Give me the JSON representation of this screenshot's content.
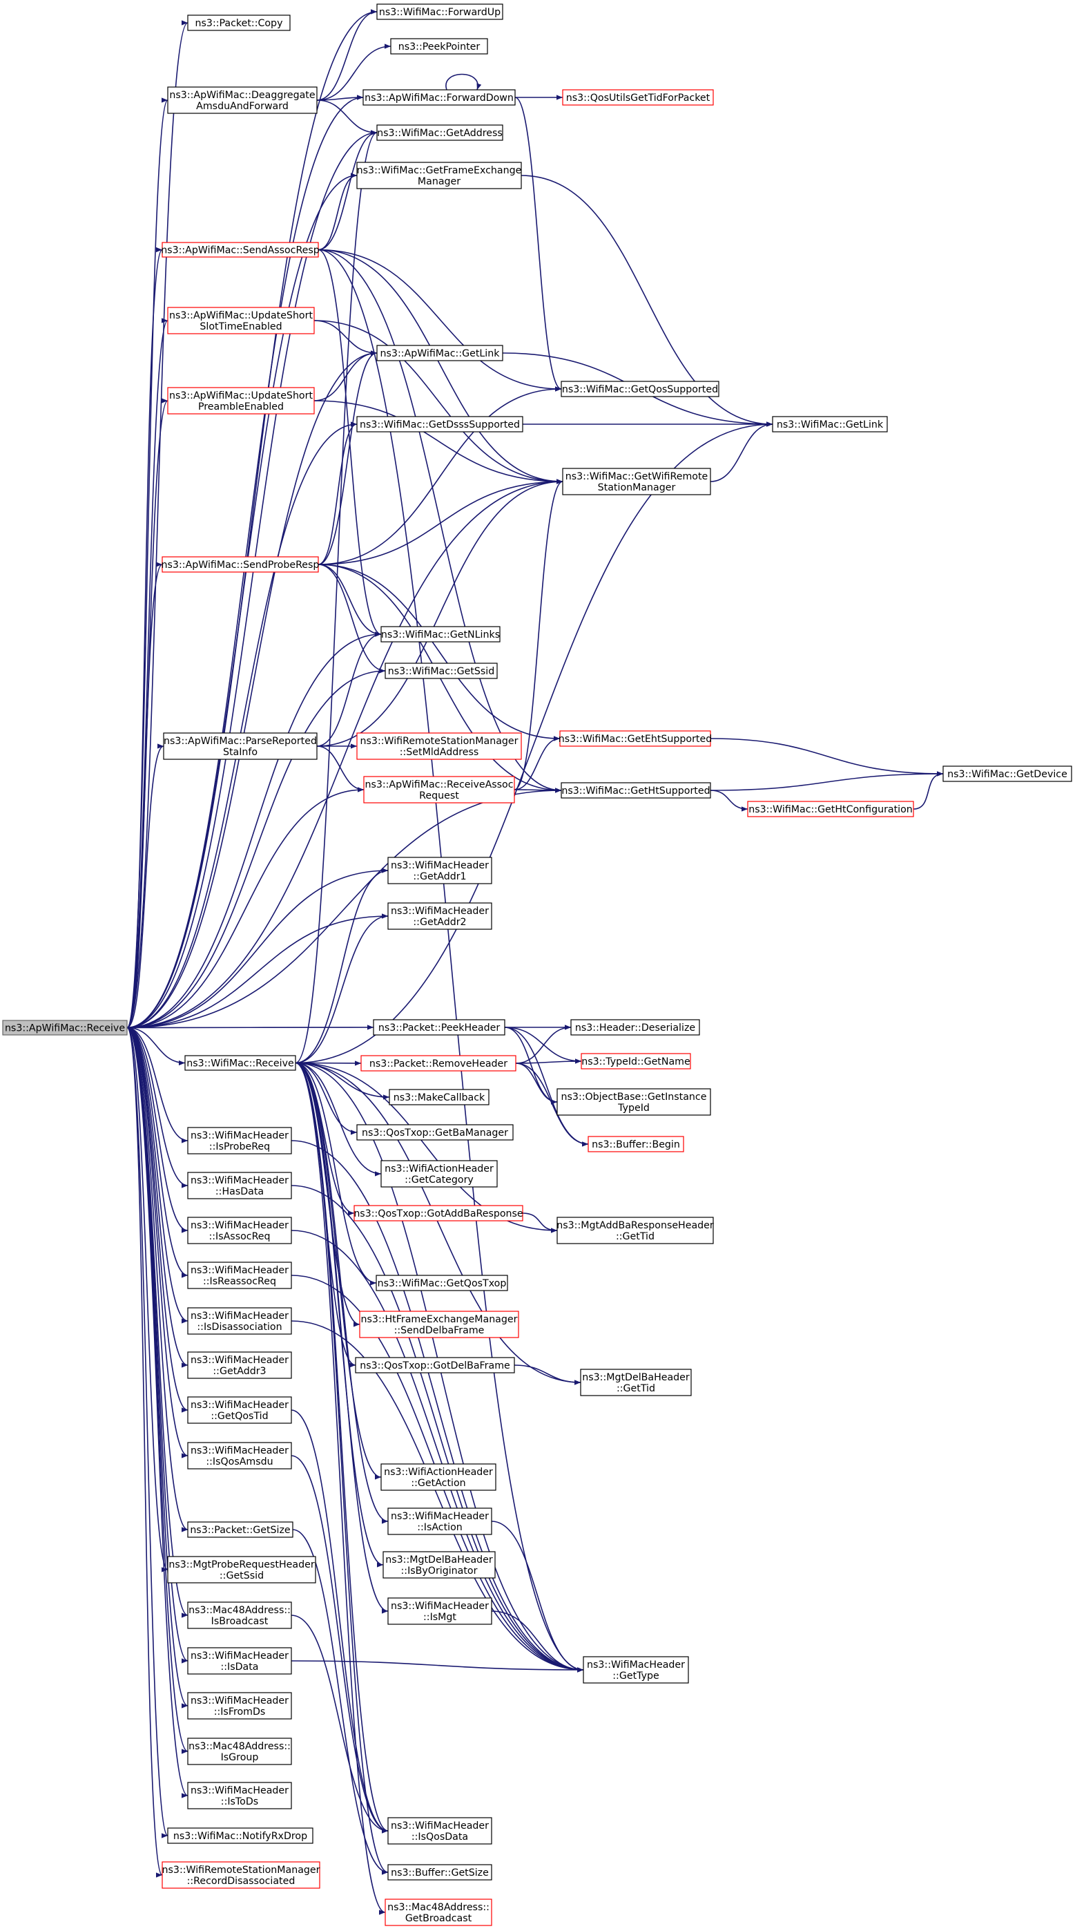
{
  "graph": {
    "root": "receive-root",
    "nodes": [
      {
        "id": "receive-root",
        "lines": [
          "ns3::ApWifiMac::Receive"
        ],
        "kind": "root"
      },
      {
        "id": "packet-copy",
        "lines": [
          "ns3::Packet::Copy"
        ],
        "kind": "normal"
      },
      {
        "id": "forward-up",
        "lines": [
          "ns3::WifiMac::ForwardUp"
        ],
        "kind": "normal"
      },
      {
        "id": "peek-pointer",
        "lines": [
          "ns3::PeekPointer"
        ],
        "kind": "normal"
      },
      {
        "id": "deaggregate",
        "lines": [
          "ns3::ApWifiMac::Deaggregate",
          "AmsduAndForward"
        ],
        "kind": "normal"
      },
      {
        "id": "forward-down",
        "lines": [
          "ns3::ApWifiMac::ForwardDown"
        ],
        "kind": "normal"
      },
      {
        "id": "qos-utils-tid",
        "lines": [
          "ns3::QosUtilsGetTidForPacket"
        ],
        "kind": "red"
      },
      {
        "id": "get-address",
        "lines": [
          "ns3::WifiMac::GetAddress"
        ],
        "kind": "normal"
      },
      {
        "id": "get-fem",
        "lines": [
          "ns3::WifiMac::GetFrameExchange",
          "Manager"
        ],
        "kind": "normal"
      },
      {
        "id": "send-assoc-resp",
        "lines": [
          "ns3::ApWifiMac::SendAssocResp"
        ],
        "kind": "red"
      },
      {
        "id": "update-short-slot",
        "lines": [
          "ns3::ApWifiMac::UpdateShort",
          "SlotTimeEnabled"
        ],
        "kind": "red"
      },
      {
        "id": "ap-get-link",
        "lines": [
          "ns3::ApWifiMac::GetLink"
        ],
        "kind": "normal"
      },
      {
        "id": "update-short-preamble",
        "lines": [
          "ns3::ApWifiMac::UpdateShort",
          "PreambleEnabled"
        ],
        "kind": "red"
      },
      {
        "id": "get-qos-supported",
        "lines": [
          "ns3::WifiMac::GetQosSupported"
        ],
        "kind": "normal"
      },
      {
        "id": "wifi-get-link",
        "lines": [
          "ns3::WifiMac::GetLink"
        ],
        "kind": "normal"
      },
      {
        "id": "get-dsss-supported",
        "lines": [
          "ns3::WifiMac::GetDsssSupported"
        ],
        "kind": "normal"
      },
      {
        "id": "get-wrsm",
        "lines": [
          "ns3::WifiMac::GetWifiRemote",
          "StationManager"
        ],
        "kind": "normal"
      },
      {
        "id": "send-probe-resp",
        "lines": [
          "ns3::ApWifiMac::SendProbeResp"
        ],
        "kind": "red"
      },
      {
        "id": "get-nlinks",
        "lines": [
          "ns3::WifiMac::GetNLinks"
        ],
        "kind": "normal"
      },
      {
        "id": "get-ssid",
        "lines": [
          "ns3::WifiMac::GetSsid"
        ],
        "kind": "normal"
      },
      {
        "id": "parse-sta-info",
        "lines": [
          "ns3::ApWifiMac::ParseReported",
          "StaInfo"
        ],
        "kind": "normal"
      },
      {
        "id": "set-mld-address",
        "lines": [
          "ns3::WifiRemoteStationManager",
          "::SetMldAddress"
        ],
        "kind": "red"
      },
      {
        "id": "get-eht-supported",
        "lines": [
          "ns3::WifiMac::GetEhtSupported"
        ],
        "kind": "red"
      },
      {
        "id": "get-device",
        "lines": [
          "ns3::WifiMac::GetDevice"
        ],
        "kind": "normal"
      },
      {
        "id": "receive-assoc-req",
        "lines": [
          "ns3::ApWifiMac::ReceiveAssoc",
          "Request"
        ],
        "kind": "red"
      },
      {
        "id": "get-ht-supported",
        "lines": [
          "ns3::WifiMac::GetHtSupported"
        ],
        "kind": "normal"
      },
      {
        "id": "get-ht-config",
        "lines": [
          "ns3::WifiMac::GetHtConfiguration"
        ],
        "kind": "red"
      },
      {
        "id": "get-addr1",
        "lines": [
          "ns3::WifiMacHeader",
          "::GetAddr1"
        ],
        "kind": "normal"
      },
      {
        "id": "get-addr2",
        "lines": [
          "ns3::WifiMacHeader",
          "::GetAddr2"
        ],
        "kind": "normal"
      },
      {
        "id": "peek-header",
        "lines": [
          "ns3::Packet::PeekHeader"
        ],
        "kind": "normal"
      },
      {
        "id": "header-deserialize",
        "lines": [
          "ns3::Header::Deserialize"
        ],
        "kind": "normal"
      },
      {
        "id": "wifimac-receive",
        "lines": [
          "ns3::WifiMac::Receive"
        ],
        "kind": "normal"
      },
      {
        "id": "remove-header",
        "lines": [
          "ns3::Packet::RemoveHeader"
        ],
        "kind": "red"
      },
      {
        "id": "typeid-getname",
        "lines": [
          "ns3::TypeId::GetName"
        ],
        "kind": "red"
      },
      {
        "id": "make-callback",
        "lines": [
          "ns3::MakeCallback"
        ],
        "kind": "normal"
      },
      {
        "id": "get-instance-typeid",
        "lines": [
          "ns3::ObjectBase::GetInstance",
          "TypeId"
        ],
        "kind": "normal"
      },
      {
        "id": "get-ba-manager",
        "lines": [
          "ns3::QosTxop::GetBaManager"
        ],
        "kind": "normal"
      },
      {
        "id": "is-probe-req",
        "lines": [
          "ns3::WifiMacHeader",
          "::IsProbeReq"
        ],
        "kind": "normal"
      },
      {
        "id": "buffer-begin",
        "lines": [
          "ns3::Buffer::Begin"
        ],
        "kind": "red"
      },
      {
        "id": "get-category",
        "lines": [
          "ns3::WifiActionHeader",
          "::GetCategory"
        ],
        "kind": "normal"
      },
      {
        "id": "has-data",
        "lines": [
          "ns3::WifiMacHeader",
          "::HasData"
        ],
        "kind": "normal"
      },
      {
        "id": "got-add-ba-response",
        "lines": [
          "ns3::QosTxop::GotAddBaResponse"
        ],
        "kind": "red"
      },
      {
        "id": "add-ba-resp-tid",
        "lines": [
          "ns3::MgtAddBaResponseHeader",
          "::GetTid"
        ],
        "kind": "normal"
      },
      {
        "id": "is-assoc-req",
        "lines": [
          "ns3::WifiMacHeader",
          "::IsAssocReq"
        ],
        "kind": "normal"
      },
      {
        "id": "is-reassoc-req",
        "lines": [
          "ns3::WifiMacHeader",
          "::IsReassocReq"
        ],
        "kind": "normal"
      },
      {
        "id": "get-qos-txop",
        "lines": [
          "ns3::WifiMac::GetQosTxop"
        ],
        "kind": "normal"
      },
      {
        "id": "send-delba-frame",
        "lines": [
          "ns3::HtFrameExchangeManager",
          "::SendDelbaFrame"
        ],
        "kind": "red"
      },
      {
        "id": "is-disassociation",
        "lines": [
          "ns3::WifiMacHeader",
          "::IsDisassociation"
        ],
        "kind": "normal"
      },
      {
        "id": "got-delba-frame",
        "lines": [
          "ns3::QosTxop::GotDelBaFrame"
        ],
        "kind": "normal"
      },
      {
        "id": "delba-get-tid",
        "lines": [
          "ns3::MgtDelBaHeader",
          "::GetTid"
        ],
        "kind": "normal"
      },
      {
        "id": "get-addr3",
        "lines": [
          "ns3::WifiMacHeader",
          "::GetAddr3"
        ],
        "kind": "normal"
      },
      {
        "id": "get-qos-tid",
        "lines": [
          "ns3::WifiMacHeader",
          "::GetQosTid"
        ],
        "kind": "normal"
      },
      {
        "id": "is-qos-amsdu",
        "lines": [
          "ns3::WifiMacHeader",
          "::IsQosAmsdu"
        ],
        "kind": "normal"
      },
      {
        "id": "get-action",
        "lines": [
          "ns3::WifiActionHeader",
          "::GetAction"
        ],
        "kind": "normal"
      },
      {
        "id": "is-action",
        "lines": [
          "ns3::WifiMacHeader",
          "::IsAction"
        ],
        "kind": "normal"
      },
      {
        "id": "packet-get-size",
        "lines": [
          "ns3::Packet::GetSize"
        ],
        "kind": "normal"
      },
      {
        "id": "is-by-originator",
        "lines": [
          "ns3::MgtDelBaHeader",
          "::IsByOriginator"
        ],
        "kind": "normal"
      },
      {
        "id": "probe-req-get-ssid",
        "lines": [
          "ns3::MgtProbeRequestHeader",
          "::GetSsid"
        ],
        "kind": "normal"
      },
      {
        "id": "is-mgt",
        "lines": [
          "ns3::WifiMacHeader",
          "::IsMgt"
        ],
        "kind": "normal"
      },
      {
        "id": "is-broadcast",
        "lines": [
          "ns3::Mac48Address::",
          "IsBroadcast"
        ],
        "kind": "normal"
      },
      {
        "id": "is-data",
        "lines": [
          "ns3::WifiMacHeader",
          "::IsData"
        ],
        "kind": "normal"
      },
      {
        "id": "get-type",
        "lines": [
          "ns3::WifiMacHeader",
          "::GetType"
        ],
        "kind": "normal"
      },
      {
        "id": "is-from-ds",
        "lines": [
          "ns3::WifiMacHeader",
          "::IsFromDs"
        ],
        "kind": "normal"
      },
      {
        "id": "is-group",
        "lines": [
          "ns3::Mac48Address::",
          "IsGroup"
        ],
        "kind": "normal"
      },
      {
        "id": "is-to-ds",
        "lines": [
          "ns3::WifiMacHeader",
          "::IsToDs"
        ],
        "kind": "normal"
      },
      {
        "id": "is-qos-data",
        "lines": [
          "ns3::WifiMacHeader",
          "::IsQosData"
        ],
        "kind": "normal"
      },
      {
        "id": "notify-rx-drop",
        "lines": [
          "ns3::WifiMac::NotifyRxDrop"
        ],
        "kind": "normal"
      },
      {
        "id": "record-disassociated",
        "lines": [
          "ns3::WifiRemoteStationManager",
          "::RecordDisassociated"
        ],
        "kind": "red"
      },
      {
        "id": "buffer-get-size",
        "lines": [
          "ns3::Buffer::GetSize"
        ],
        "kind": "normal"
      },
      {
        "id": "get-broadcast",
        "lines": [
          "ns3::Mac48Address::",
          "GetBroadcast"
        ],
        "kind": "red"
      }
    ],
    "edges": [
      [
        "receive-root",
        "packet-copy"
      ],
      [
        "receive-root",
        "forward-up"
      ],
      [
        "receive-root",
        "deaggregate"
      ],
      [
        "receive-root",
        "forward-down"
      ],
      [
        "receive-root",
        "get-address"
      ],
      [
        "receive-root",
        "get-fem"
      ],
      [
        "receive-root",
        "send-assoc-resp"
      ],
      [
        "receive-root",
        "update-short-slot"
      ],
      [
        "receive-root",
        "ap-get-link"
      ],
      [
        "receive-root",
        "update-short-preamble"
      ],
      [
        "receive-root",
        "get-dsss-supported"
      ],
      [
        "receive-root",
        "get-wrsm"
      ],
      [
        "receive-root",
        "send-probe-resp"
      ],
      [
        "receive-root",
        "get-nlinks"
      ],
      [
        "receive-root",
        "get-ssid"
      ],
      [
        "receive-root",
        "parse-sta-info"
      ],
      [
        "receive-root",
        "receive-assoc-req"
      ],
      [
        "receive-root",
        "get-ht-supported"
      ],
      [
        "receive-root",
        "get-addr1"
      ],
      [
        "receive-root",
        "get-addr2"
      ],
      [
        "receive-root",
        "peek-header"
      ],
      [
        "receive-root",
        "wifimac-receive"
      ],
      [
        "receive-root",
        "is-probe-req"
      ],
      [
        "receive-root",
        "has-data"
      ],
      [
        "receive-root",
        "is-assoc-req"
      ],
      [
        "receive-root",
        "is-reassoc-req"
      ],
      [
        "receive-root",
        "is-disassociation"
      ],
      [
        "receive-root",
        "get-addr3"
      ],
      [
        "receive-root",
        "get-qos-tid"
      ],
      [
        "receive-root",
        "is-qos-amsdu"
      ],
      [
        "receive-root",
        "packet-get-size"
      ],
      [
        "receive-root",
        "probe-req-get-ssid"
      ],
      [
        "receive-root",
        "is-broadcast"
      ],
      [
        "receive-root",
        "is-data"
      ],
      [
        "receive-root",
        "is-from-ds"
      ],
      [
        "receive-root",
        "is-group"
      ],
      [
        "receive-root",
        "is-to-ds"
      ],
      [
        "receive-root",
        "notify-rx-drop"
      ],
      [
        "receive-root",
        "record-disassociated"
      ],
      [
        "deaggregate",
        "forward-up"
      ],
      [
        "deaggregate",
        "peek-pointer"
      ],
      [
        "deaggregate",
        "forward-down"
      ],
      [
        "deaggregate",
        "get-address"
      ],
      [
        "forward-down",
        "forward-down"
      ],
      [
        "forward-down",
        "qos-utils-tid"
      ],
      [
        "forward-down",
        "get-qos-supported"
      ],
      [
        "get-fem",
        "wifi-get-link"
      ],
      [
        "send-assoc-resp",
        "get-address"
      ],
      [
        "send-assoc-resp",
        "get-fem"
      ],
      [
        "send-assoc-resp",
        "get-qos-supported"
      ],
      [
        "send-assoc-resp",
        "get-wrsm"
      ],
      [
        "send-assoc-resp",
        "get-nlinks"
      ],
      [
        "send-assoc-resp",
        "get-ht-supported"
      ],
      [
        "send-assoc-resp",
        "get-type"
      ],
      [
        "update-short-slot",
        "ap-get-link"
      ],
      [
        "update-short-slot",
        "get-wrsm"
      ],
      [
        "ap-get-link",
        "wifi-get-link"
      ],
      [
        "update-short-preamble",
        "ap-get-link"
      ],
      [
        "update-short-preamble",
        "get-wrsm"
      ],
      [
        "get-dsss-supported",
        "wifi-get-link"
      ],
      [
        "get-wrsm",
        "wifi-get-link"
      ],
      [
        "send-probe-resp",
        "ap-get-link"
      ],
      [
        "send-probe-resp",
        "get-dsss-supported"
      ],
      [
        "send-probe-resp",
        "get-qos-supported"
      ],
      [
        "send-probe-resp",
        "get-wrsm"
      ],
      [
        "send-probe-resp",
        "get-nlinks"
      ],
      [
        "send-probe-resp",
        "get-ssid"
      ],
      [
        "send-probe-resp",
        "get-eht-supported"
      ],
      [
        "send-probe-resp",
        "get-ht-supported"
      ],
      [
        "parse-sta-info",
        "get-nlinks"
      ],
      [
        "parse-sta-info",
        "get-wrsm"
      ],
      [
        "parse-sta-info",
        "set-mld-address"
      ],
      [
        "parse-sta-info",
        "receive-assoc-req"
      ],
      [
        "receive-assoc-req",
        "get-wrsm"
      ],
      [
        "receive-assoc-req",
        "get-eht-supported"
      ],
      [
        "receive-assoc-req",
        "get-ht-supported"
      ],
      [
        "get-eht-supported",
        "get-device"
      ],
      [
        "get-ht-supported",
        "get-device"
      ],
      [
        "get-ht-supported",
        "get-ht-config"
      ],
      [
        "get-ht-config",
        "get-device"
      ],
      [
        "peek-header",
        "header-deserialize"
      ],
      [
        "peek-header",
        "typeid-getname"
      ],
      [
        "peek-header",
        "get-instance-typeid"
      ],
      [
        "peek-header",
        "buffer-begin"
      ],
      [
        "remove-header",
        "header-deserialize"
      ],
      [
        "remove-header",
        "typeid-getname"
      ],
      [
        "remove-header",
        "get-instance-typeid"
      ],
      [
        "remove-header",
        "buffer-begin"
      ],
      [
        "wifimac-receive",
        "get-address"
      ],
      [
        "wifimac-receive",
        "wifi-get-link"
      ],
      [
        "wifimac-receive",
        "get-addr1"
      ],
      [
        "wifimac-receive",
        "get-addr2"
      ],
      [
        "wifimac-receive",
        "remove-header"
      ],
      [
        "wifimac-receive",
        "make-callback"
      ],
      [
        "wifimac-receive",
        "get-ba-manager"
      ],
      [
        "wifimac-receive",
        "get-category"
      ],
      [
        "wifimac-receive",
        "got-add-ba-response"
      ],
      [
        "wifimac-receive",
        "add-ba-resp-tid"
      ],
      [
        "wifimac-receive",
        "get-qos-txop"
      ],
      [
        "wifimac-receive",
        "send-delba-frame"
      ],
      [
        "wifimac-receive",
        "got-delba-frame"
      ],
      [
        "wifimac-receive",
        "delba-get-tid"
      ],
      [
        "wifimac-receive",
        "get-action"
      ],
      [
        "wifimac-receive",
        "is-action"
      ],
      [
        "wifimac-receive",
        "is-by-originator"
      ],
      [
        "wifimac-receive",
        "is-mgt"
      ],
      [
        "wifimac-receive",
        "get-type"
      ],
      [
        "wifimac-receive",
        "is-qos-data"
      ],
      [
        "wifimac-receive",
        "buffer-get-size"
      ],
      [
        "wifimac-receive",
        "get-broadcast"
      ],
      [
        "got-add-ba-response",
        "add-ba-resp-tid"
      ],
      [
        "got-delba-frame",
        "delba-get-tid"
      ],
      [
        "is-action",
        "get-type"
      ],
      [
        "is-mgt",
        "get-type"
      ],
      [
        "is-probe-req",
        "get-type"
      ],
      [
        "has-data",
        "get-type"
      ],
      [
        "is-assoc-req",
        "get-type"
      ],
      [
        "is-reassoc-req",
        "get-type"
      ],
      [
        "is-disassociation",
        "get-type"
      ],
      [
        "get-qos-tid",
        "is-qos-data"
      ],
      [
        "is-qos-amsdu",
        "is-qos-data"
      ],
      [
        "is-broadcast",
        "is-qos-data"
      ],
      [
        "packet-get-size",
        "buffer-get-size"
      ],
      [
        "is-data",
        "get-type"
      ]
    ]
  }
}
